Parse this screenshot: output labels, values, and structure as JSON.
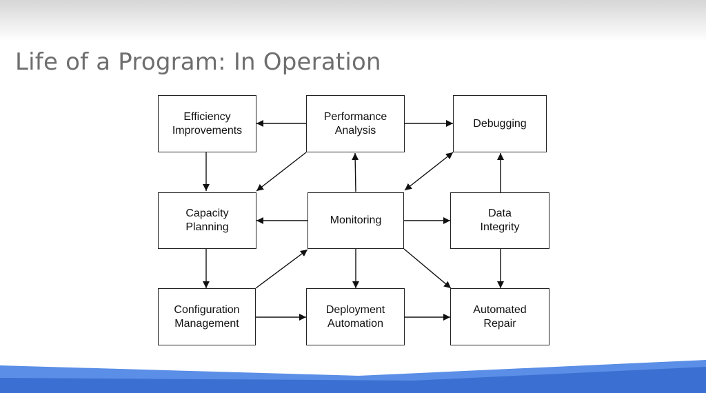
{
  "slide": {
    "title": "Life of a Program: In Operation"
  },
  "diagram": {
    "nodes": {
      "efficiency": "Efficiency\nImprovements",
      "performance": "Performance\nAnalysis",
      "debugging": "Debugging",
      "capacity": "Capacity\nPlanning",
      "monitoring": "Monitoring",
      "integrity": "Data\nIntegrity",
      "configuration": "Configuration\nManagement",
      "deployment": "Deployment\nAutomation",
      "repair": "Automated\nRepair"
    }
  },
  "colors": {
    "footer_accent": "#3b6fd1",
    "title_text": "#6e6e6e"
  }
}
